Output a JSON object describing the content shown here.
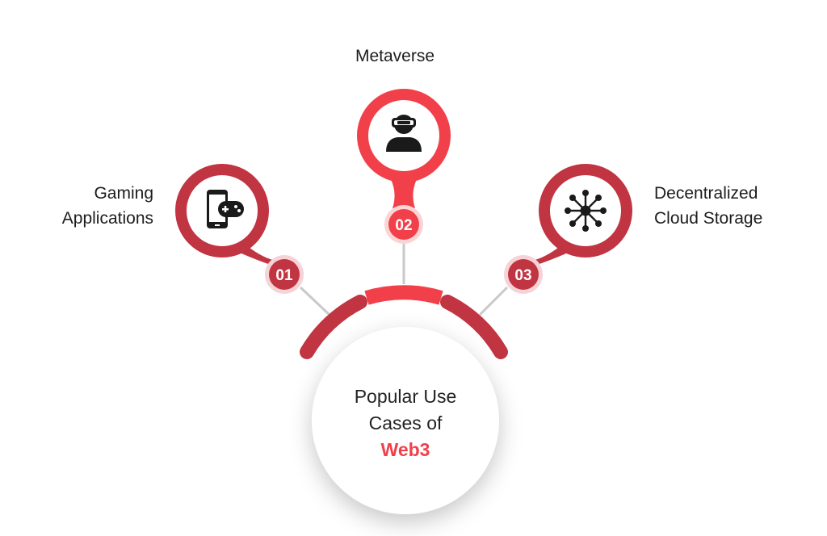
{
  "colors": {
    "dark_red": "#c13442",
    "bright_red": "#f2404a",
    "connector": "#c9c9c9",
    "text": "#1d1d1f"
  },
  "center": {
    "line1": "Popular Use",
    "line2": "Cases of",
    "line3": "Web3"
  },
  "items": [
    {
      "number": "01",
      "label_lines": [
        "Gaming",
        "Applications"
      ],
      "icon": "mobile-gamepad-icon"
    },
    {
      "number": "02",
      "label_lines": [
        "Metaverse"
      ],
      "icon": "vr-headset-person-icon"
    },
    {
      "number": "03",
      "label_lines": [
        "Decentralized",
        "Cloud Storage"
      ],
      "icon": "network-nodes-icon"
    }
  ]
}
